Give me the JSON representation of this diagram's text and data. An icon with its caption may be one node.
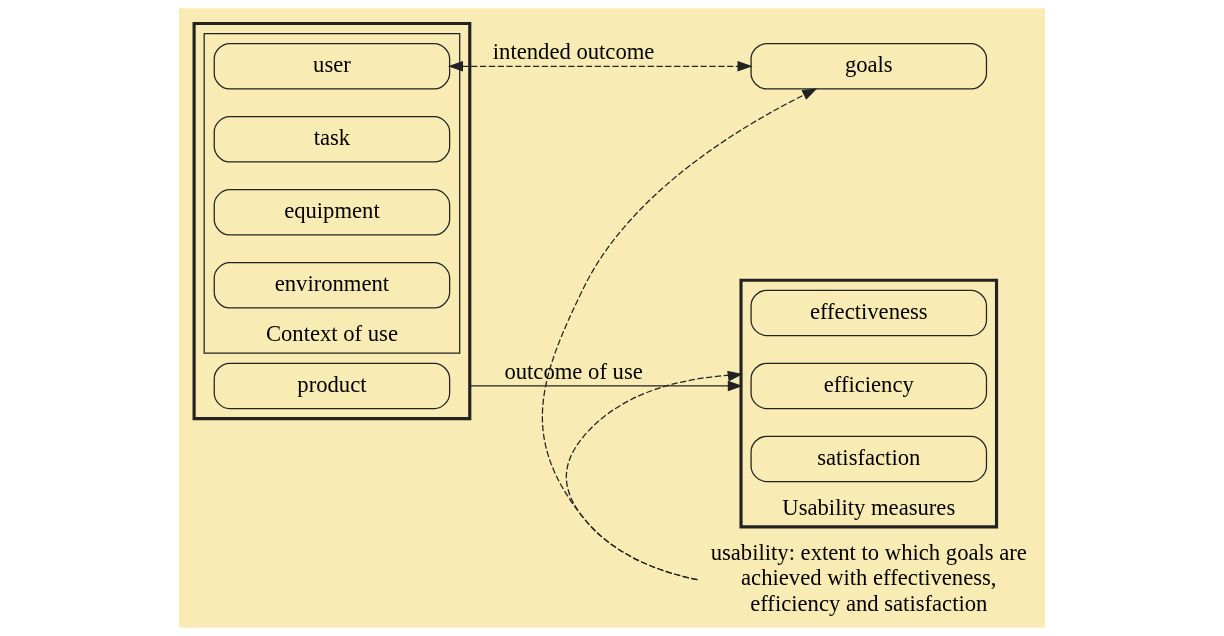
{
  "diagram": {
    "nodes": [
      {
        "text": [],
        "shape": "box"
      },
      {
        "text": [
          "Context of use"
        ],
        "in": 0
      },
      {
        "text": [
          "user"
        ],
        "in": 1
      },
      {
        "text": [
          "task"
        ],
        "in": 1
      },
      {
        "text": [
          "equipment"
        ],
        "in": 1
      },
      {
        "text": [
          "environment"
        ],
        "in": 1
      },
      {
        "text": [
          "product"
        ],
        "in": 0
      },
      {
        "text": [
          "goals"
        ]
      },
      {
        "text": [
          "Usability measures"
        ]
      },
      {
        "text": [
          "effectiveness"
        ],
        "in": 8
      },
      {
        "text": [
          "efficiency"
        ],
        "in": 8
      },
      {
        "text": [
          "satisfaction"
        ],
        "in": 8
      },
      {
        "text": [
          "usability: extent to which goals are achieved with effectiveness, efficiency and satisfaction"
        ]
      }
    ],
    "edges": [
      {
        "from": 2,
        "to": 7,
        "arrow": "both",
        "label": "intended outcome",
        "style": "dashed"
      },
      {
        "from": 12,
        "to": 7,
        "arrow": "to",
        "style": "dashed"
      },
      {
        "from": 12,
        "to": 8,
        "arrow": "to",
        "style": "dashed"
      },
      {
        "from": 0,
        "to": 8,
        "arrow": "to",
        "label": "outcome of use"
      }
    ]
  }
}
